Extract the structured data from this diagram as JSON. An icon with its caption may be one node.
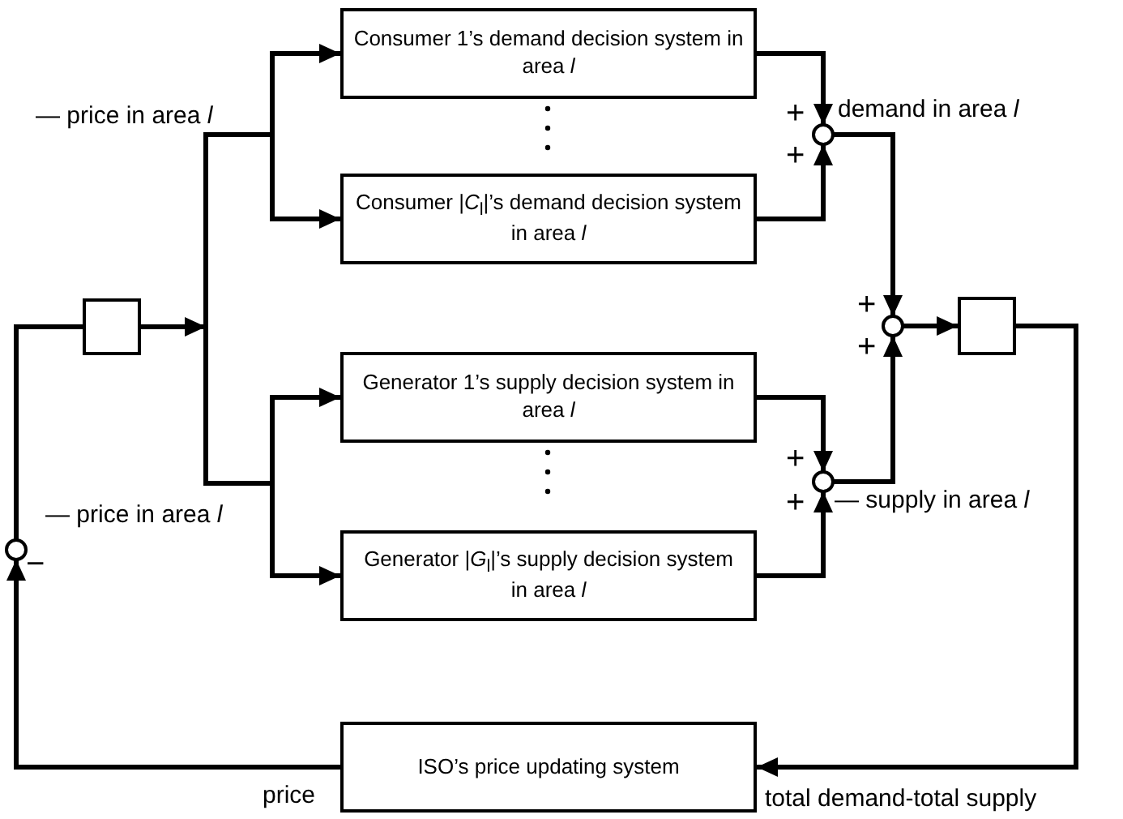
{
  "diagram": {
    "nodes": [
      {
        "text": [
          "Consumer 1’s demand decision system in area *l*"
        ]
      },
      {
        "text": [
          "Consumer |*C*$_{l}$|’s demand decision system in area *l*"
        ]
      },
      {
        "text": [
          "Generator 1’s supply decision system in area *l*"
        ]
      },
      {
        "text": [
          "Generator |*G*$_{l}$|’s supply decision system in area *l*"
        ]
      },
      {
        "text": [
          "ISO’s price updating system"
        ]
      },
      {
        "text": [],
        "shape": "box"
      },
      {
        "text": [],
        "shape": "box"
      },
      {
        "text": [],
        "shape": "circle",
        "beside": [
          "demand in area *l*"
        ]
      },
      {
        "text": [],
        "shape": "circle",
        "beside": [
          "— supply in area *l*"
        ]
      },
      {
        "text": [],
        "shape": "circle"
      },
      {
        "text": [],
        "shape": "circle"
      }
    ],
    "edges": [
      {
        "from": 5,
        "to": 0,
        "arrow": "to"
      },
      {
        "from": 5,
        "to": 1,
        "arrow": "to"
      },
      {
        "from": 5,
        "to": 2,
        "arrow": "to"
      },
      {
        "from": 5,
        "to": 3,
        "arrow": "to"
      },
      {
        "from": 0,
        "to": 7,
        "arrow": "to"
      },
      {
        "from": 1,
        "to": 7,
        "arrow": "to"
      },
      {
        "from": 2,
        "to": 8,
        "arrow": "to"
      },
      {
        "from": 3,
        "to": 8,
        "arrow": "to"
      },
      {
        "from": 7,
        "to": 9,
        "arrow": "to"
      },
      {
        "from": 8,
        "to": 9,
        "arrow": "to"
      },
      {
        "from": 9,
        "to": 6,
        "arrow": "to"
      },
      {
        "from": 6,
        "to": 4,
        "arrow": "to"
      },
      {
        "from": 4,
        "to": 10,
        "arrow": "to"
      },
      {
        "from": 10,
        "to": 5,
        "arrow": "none"
      }
    ],
    "labels": [
      "— price in area *l*",
      "+",
      "+",
      "+",
      "+",
      "+",
      "+",
      "— price in area *l*",
      "−",
      "price",
      "total demand-total supply"
    ]
  }
}
